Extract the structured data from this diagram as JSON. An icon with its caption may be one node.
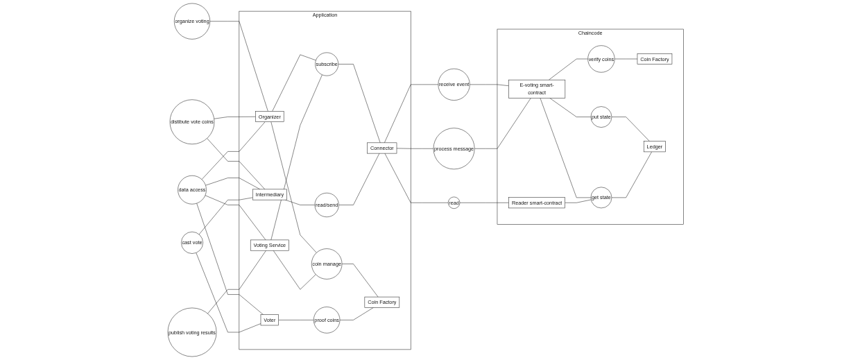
{
  "diagram": {
    "nodes": [
      {
        "text": [
          "Application"
        ]
      },
      {
        "text": [
          "Organizer"
        ],
        "in": 0
      },
      {
        "text": [
          "Intermediary"
        ],
        "in": 0
      },
      {
        "text": [
          "Voter"
        ],
        "in": 0
      },
      {
        "text": [
          "Voting Service"
        ],
        "in": 0
      },
      {
        "text": [
          "Connector"
        ],
        "in": 0
      },
      {
        "text": [
          "Coin Factory"
        ],
        "in": 0
      },
      {
        "text": [
          "organize voting"
        ]
      },
      {
        "text": [
          "distibute vote coins"
        ]
      },
      {
        "text": [
          "data access"
        ]
      },
      {
        "text": [
          "cast vote"
        ]
      },
      {
        "text": [
          "publish voting results"
        ]
      },
      {
        "text": [
          "subscribe"
        ],
        "in": 0
      },
      {
        "text": [
          "read/send"
        ],
        "in": 0
      },
      {
        "text": [
          "coin manage"
        ],
        "in": 0
      },
      {
        "text": [
          "proof coins"
        ],
        "in": 0
      },
      {
        "text": [
          "Chaincode"
        ]
      },
      {
        "text": [
          "E-voting smart-contract"
        ],
        "in": 16
      },
      {
        "text": [
          "Reader smart-contract"
        ],
        "in": 16
      },
      {
        "text": [
          "Coin Factory"
        ],
        "in": 16
      },
      {
        "text": [
          "Ledger"
        ],
        "in": 16
      },
      {
        "text": [
          "receive event"
        ]
      },
      {
        "text": [
          "process message"
        ]
      },
      {
        "text": [
          "read"
        ]
      },
      {
        "text": [
          "verify coins"
        ],
        "in": 16
      },
      {
        "text": [
          "put state"
        ],
        "in": 16
      },
      {
        "text": [
          "get state"
        ],
        "in": 16
      }
    ],
    "edges": [
      {
        "from": 7,
        "to": 1,
        "arrow": "none"
      },
      {
        "from": 8,
        "to": 1,
        "arrow": "none"
      },
      {
        "from": 8,
        "to": 2,
        "arrow": "none"
      },
      {
        "from": 9,
        "to": 1,
        "arrow": "none"
      },
      {
        "from": 9,
        "to": 2,
        "arrow": "none"
      },
      {
        "from": 9,
        "to": 3,
        "arrow": "none"
      },
      {
        "from": 9,
        "to": 4,
        "arrow": "none"
      },
      {
        "from": 10,
        "to": 2,
        "arrow": "none"
      },
      {
        "from": 10,
        "to": 3,
        "arrow": "none"
      },
      {
        "from": 11,
        "to": 4,
        "arrow": "none"
      },
      {
        "from": 1,
        "to": 12,
        "arrow": "none"
      },
      {
        "from": 1,
        "to": 14,
        "arrow": "none"
      },
      {
        "from": 2,
        "to": 13,
        "arrow": "none"
      },
      {
        "from": 3,
        "to": 15,
        "arrow": "none"
      },
      {
        "from": 12,
        "to": 5,
        "arrow": "none"
      },
      {
        "from": 13,
        "to": 5,
        "arrow": "none"
      },
      {
        "from": 14,
        "to": 6,
        "arrow": "none"
      },
      {
        "from": 15,
        "to": 6,
        "arrow": "none"
      },
      {
        "from": 5,
        "to": 21,
        "arrow": "none"
      },
      {
        "from": 5,
        "to": 22,
        "arrow": "none"
      },
      {
        "from": 5,
        "to": 23,
        "arrow": "none"
      },
      {
        "from": 21,
        "to": 17,
        "arrow": "none"
      },
      {
        "from": 22,
        "to": 17,
        "arrow": "none"
      },
      {
        "from": 23,
        "to": 18,
        "arrow": "none"
      },
      {
        "from": 17,
        "to": 24,
        "arrow": "none"
      },
      {
        "from": 24,
        "to": 19,
        "arrow": "none"
      },
      {
        "from": 17,
        "to": 25,
        "arrow": "none"
      },
      {
        "from": 17,
        "to": 26,
        "arrow": "none"
      },
      {
        "from": 18,
        "to": 26,
        "arrow": "none"
      },
      {
        "from": 25,
        "to": 20,
        "arrow": "none"
      },
      {
        "from": 26,
        "to": 20,
        "arrow": "none"
      },
      {
        "from": 4,
        "to": 12,
        "arrow": "none"
      },
      {
        "from": 4,
        "to": 14,
        "arrow": "none"
      }
    ]
  }
}
